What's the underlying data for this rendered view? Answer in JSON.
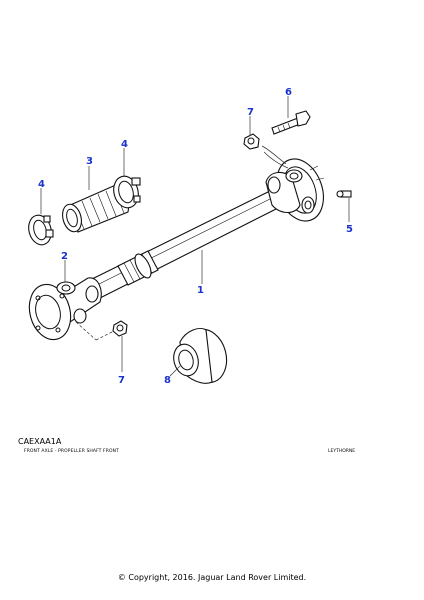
{
  "diagram": {
    "callouts": {
      "c1": "1",
      "c2": "2",
      "c3": "3",
      "c4a": "4",
      "c4b": "4",
      "c5": "5",
      "c6": "6",
      "c7a": "7",
      "c7b": "7",
      "c8": "8"
    },
    "callout_color": "#1a33cc"
  },
  "footer": {
    "code": "CAEXAA1A",
    "description": "FRONT AXLE - PROPELLER SHAFT FRONT",
    "brand": "LEYTHORNE",
    "copyright": "© Copyright, 2016. Jaguar Land Rover Limited."
  }
}
